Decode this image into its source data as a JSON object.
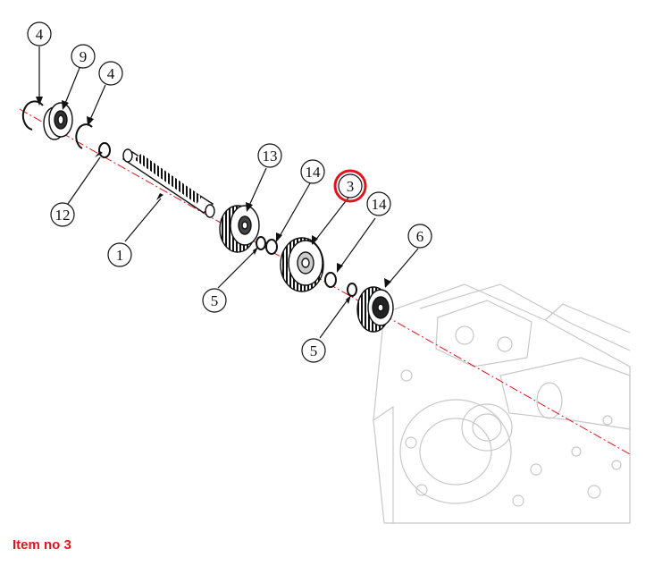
{
  "caption": "Item no 3",
  "highlight_color": "#e0141e",
  "axis_color": "#e0141e",
  "callouts": [
    {
      "id": "c4a",
      "label": "4"
    },
    {
      "id": "c9",
      "label": "9"
    },
    {
      "id": "c4b",
      "label": "4"
    },
    {
      "id": "c12",
      "label": "12"
    },
    {
      "id": "c1",
      "label": "1"
    },
    {
      "id": "c13",
      "label": "13"
    },
    {
      "id": "c14a",
      "label": "14"
    },
    {
      "id": "c3",
      "label": "3",
      "highlighted": true
    },
    {
      "id": "c14b",
      "label": "14"
    },
    {
      "id": "c6",
      "label": "6"
    },
    {
      "id": "c5a",
      "label": "5"
    },
    {
      "id": "c5b",
      "label": "5"
    }
  ]
}
